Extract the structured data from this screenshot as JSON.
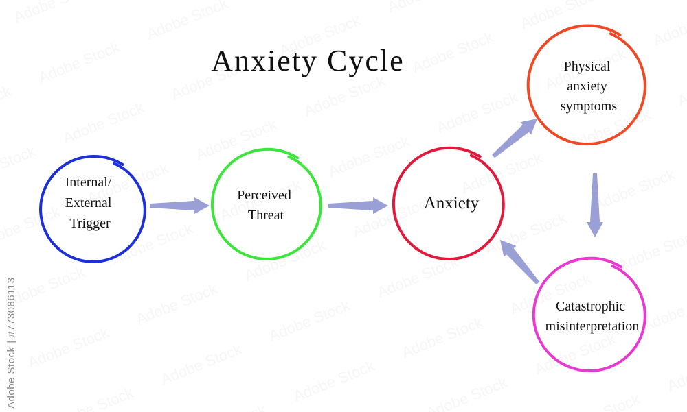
{
  "title": "Anxiety Cycle",
  "nodes": {
    "trigger": {
      "lines": [
        "Internal/",
        "External",
        "Trigger"
      ],
      "color": "#1c2fd8"
    },
    "threat": {
      "lines": [
        "Perceived",
        "Threat"
      ],
      "color": "#3ce53c"
    },
    "anxiety": {
      "lines": [
        "Anxiety"
      ],
      "color": "#e01a3c"
    },
    "physical": {
      "lines": [
        "Physical",
        "anxiety",
        "symptoms"
      ],
      "color": "#ef4a26"
    },
    "catastrophic": {
      "lines": [
        "Catastrophic",
        "misinterpretation"
      ],
      "color": "#e83ad0"
    }
  },
  "arrow_color": "#9a9fd6",
  "watermark": "Adobe Stock | #773086113"
}
